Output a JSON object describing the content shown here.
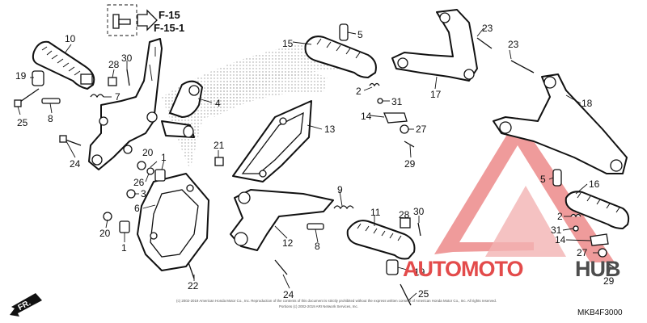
{
  "diagram_code": "MKB4F3000",
  "reference_labels": [
    "F-15",
    "F-15-1"
  ],
  "direction_label": "FR.",
  "watermark": {
    "part1": "AUTOMOTO",
    "part2": "HUB",
    "color_red": "#e34b4b",
    "color_gray": "#4d4d4d"
  },
  "copyright_line1": "(c) 2002-2019 American Honda Motor Co., Inc. Reproduction of the contents of this document is strictly prohibited without the express written consent of American Honda Motor Co., Inc. All rights reserved.",
  "copyright_line2": "Portions (c) 2002-2019 ARI Network Services, Inc.",
  "callouts": {
    "c1a": "1",
    "c1b": "1",
    "c2a": "2",
    "c2b": "2",
    "c3": "3",
    "c4": "4",
    "c5a": "5",
    "c5b": "5",
    "c6": "6",
    "c7": "7",
    "c8a": "8",
    "c8b": "8",
    "c9": "9",
    "c10": "10",
    "c11": "11",
    "c12": "12",
    "c13": "13",
    "c14a": "14",
    "c14b": "14",
    "c15": "15",
    "c16": "16",
    "c17": "17",
    "c18": "18",
    "c19a": "19",
    "c19b": "19",
    "c20a": "20",
    "c20b": "20",
    "c21": "21",
    "c22": "22",
    "c23a": "23",
    "c23b": "23",
    "c24a": "24",
    "c24b": "24",
    "c25a": "25",
    "c25b": "25",
    "c26": "26",
    "c27a": "27",
    "c27b": "27",
    "c28a": "28",
    "c28b": "28",
    "c29a": "29",
    "c29b": "29",
    "c30a": "30",
    "c30b": "30",
    "c31a": "31",
    "c31b": "31"
  }
}
